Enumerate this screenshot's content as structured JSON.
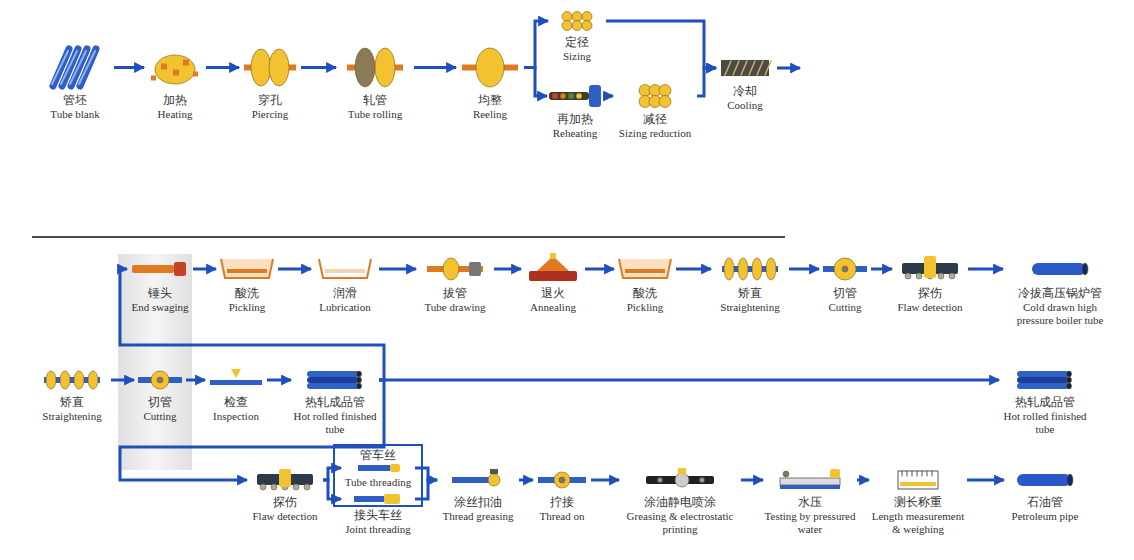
{
  "diagram": {
    "nodes": [
      {
        "text": [
          "管坯",
          "Tube blank"
        ]
      },
      {
        "text": [
          "加热",
          "Heating"
        ]
      },
      {
        "text": [
          "穿孔",
          "Piercing"
        ]
      },
      {
        "text": [
          "轧管",
          "Tube rolling"
        ]
      },
      {
        "text": [
          "均整",
          "Reeling"
        ]
      },
      {
        "text": [
          "定径",
          "Sizing"
        ]
      },
      {
        "text": [
          "再加热",
          "Reheating"
        ]
      },
      {
        "text": [
          "减径",
          "Sizing reduction"
        ]
      },
      {
        "text": [
          "冷却",
          "Cooling"
        ]
      },
      {
        "text": [
          "锤头",
          "End swaging"
        ]
      },
      {
        "text": [
          "酸洗",
          "Pickling"
        ]
      },
      {
        "text": [
          "润滑",
          "Lubrication"
        ]
      },
      {
        "text": [
          "拔管",
          "Tube drawing"
        ]
      },
      {
        "text": [
          "退火",
          "Annealing"
        ]
      },
      {
        "text": [
          "酸洗",
          "Pickling"
        ]
      },
      {
        "text": [
          "矫直",
          "Straightening"
        ]
      },
      {
        "text": [
          "切管",
          "Cutting"
        ]
      },
      {
        "text": [
          "探伤",
          "Flaw detection"
        ]
      },
      {
        "text": [
          "冷拔高压锅炉管",
          "Cold drawn high pressure boiler tube"
        ]
      },
      {
        "text": [
          "矫直",
          "Straightening"
        ]
      },
      {
        "text": [
          "切管",
          "Cutting"
        ]
      },
      {
        "text": [
          "检查",
          "Inspection"
        ]
      },
      {
        "text": [
          "热轧成品管",
          "Hot rolled finished tube"
        ]
      },
      {
        "text": [
          "热轧成品管",
          "Hot rolled finished tube"
        ]
      },
      {
        "text": [
          "探伤",
          "Flaw detection"
        ]
      },
      {
        "text": [
          "管车丝",
          "Tube threading"
        ]
      },
      {
        "text": [
          "接头车丝",
          "Joint threading"
        ]
      },
      {
        "text": [
          "涂丝扣油",
          "Thread greasing"
        ]
      },
      {
        "text": [
          "拧接",
          "Thread on"
        ]
      },
      {
        "text": [
          "涂油静电喷涂",
          "Greasing & electrostatic printing"
        ]
      },
      {
        "text": [
          "水压",
          "Testing by pressured water"
        ]
      },
      {
        "text": [
          "测长称重",
          "Length measurement & weighing"
        ]
      },
      {
        "text": [
          "石油管",
          "Petroleum pipe"
        ]
      }
    ],
    "edges": [
      {
        "from": 0,
        "to": 1,
        "arrow": "to"
      },
      {
        "from": 1,
        "to": 2,
        "arrow": "to"
      },
      {
        "from": 2,
        "to": 3,
        "arrow": "to"
      },
      {
        "from": 3,
        "to": 4,
        "arrow": "to"
      },
      {
        "from": 4,
        "to": 5,
        "arrow": "to"
      },
      {
        "from": 4,
        "to": 6,
        "arrow": "to"
      },
      {
        "from": 6,
        "to": 7,
        "arrow": "to"
      },
      {
        "from": 5,
        "to": 8,
        "arrow": "to"
      },
      {
        "from": 7,
        "to": 8,
        "arrow": "to"
      },
      {
        "from": 9,
        "to": 10,
        "arrow": "to"
      },
      {
        "from": 10,
        "to": 11,
        "arrow": "to"
      },
      {
        "from": 11,
        "to": 12,
        "arrow": "to"
      },
      {
        "from": 12,
        "to": 13,
        "arrow": "to"
      },
      {
        "from": 13,
        "to": 14,
        "arrow": "to"
      },
      {
        "from": 14,
        "to": 15,
        "arrow": "to"
      },
      {
        "from": 15,
        "to": 16,
        "arrow": "to"
      },
      {
        "from": 16,
        "to": 17,
        "arrow": "to"
      },
      {
        "from": 17,
        "to": 18,
        "arrow": "to"
      },
      {
        "from": 19,
        "to": 20,
        "arrow": "to"
      },
      {
        "from": 20,
        "to": 21,
        "arrow": "to"
      },
      {
        "from": 21,
        "to": 22,
        "arrow": "to"
      },
      {
        "from": 22,
        "to": 23,
        "arrow": "to"
      },
      {
        "from": 22,
        "to": 9,
        "arrow": "to"
      },
      {
        "from": 22,
        "to": 24,
        "arrow": "to"
      },
      {
        "from": 24,
        "to": 25,
        "arrow": "to"
      },
      {
        "from": 24,
        "to": 26,
        "arrow": "to"
      },
      {
        "from": 25,
        "to": 27,
        "arrow": "to"
      },
      {
        "from": 26,
        "to": 27,
        "arrow": "to"
      },
      {
        "from": 27,
        "to": 28,
        "arrow": "to"
      },
      {
        "from": 28,
        "to": 29,
        "arrow": "to"
      },
      {
        "from": 29,
        "to": 30,
        "arrow": "to"
      },
      {
        "from": 30,
        "to": 31,
        "arrow": "to"
      },
      {
        "from": 31,
        "to": 32,
        "arrow": "to"
      }
    ]
  }
}
